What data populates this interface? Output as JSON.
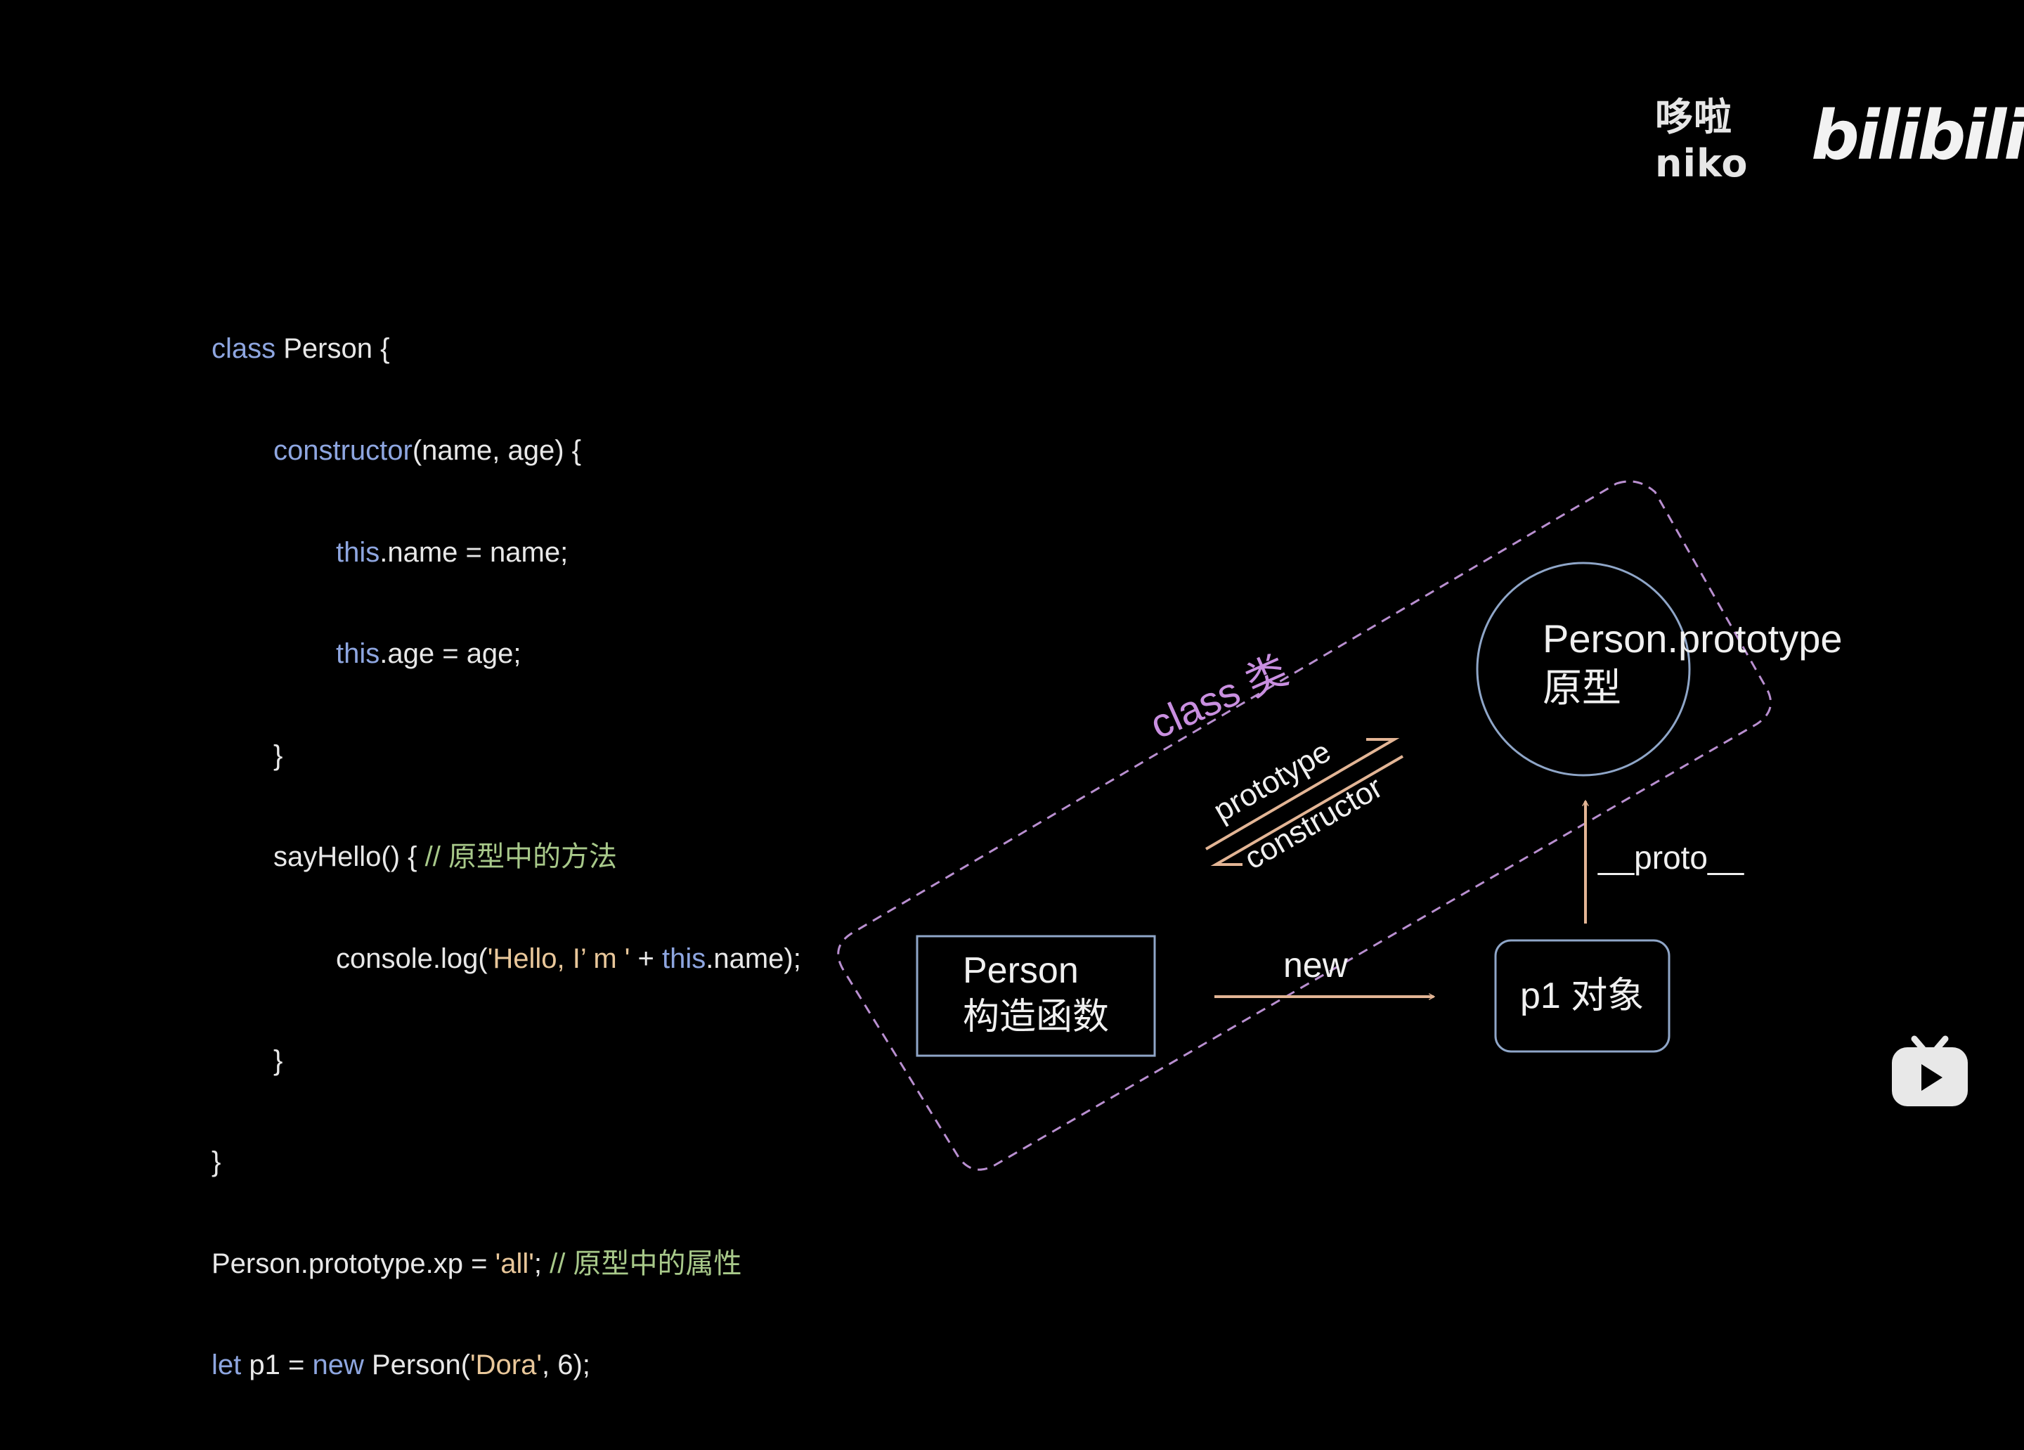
{
  "watermark": {
    "author": "哆啦niko",
    "brand": "bilibili"
  },
  "code": {
    "line1": {
      "kw": "class",
      "rest": " Person {"
    },
    "line2": {
      "kw": "constructor",
      "rest": "(name, age) {"
    },
    "line3": {
      "kw": "this",
      "rest": ".name = name;"
    },
    "line4": {
      "kw": "this",
      "rest": ".age = age;"
    },
    "line5": {
      "text": "}"
    },
    "line6": {
      "text": "sayHello() { ",
      "comment": "// 原型中的方法"
    },
    "line7": {
      "pre": "console.log(",
      "str": "'Hello, I’ m '",
      "mid": " + ",
      "kw": "this",
      "rest": ".name);"
    },
    "line8": {
      "text": "}"
    },
    "line9": {
      "text": "}"
    },
    "line10": {
      "pre": "Person.prototype.xp = ",
      "str": "'all'",
      "mid": "; ",
      "comment": "// 原型中的属性"
    },
    "line11": {
      "kw1": "let",
      "pre": " p1 = ",
      "kw2": "new",
      "mid": " Person(",
      "str": "'Dora'",
      "rest": ", 6);"
    }
  },
  "diagram": {
    "class_label": "class 类",
    "constructor_box": {
      "line1": "Person",
      "line2": "构造函数"
    },
    "prototype_circle": {
      "line1": "Person.prototype",
      "line2": "原型"
    },
    "instance_box": {
      "label": "p1 对象"
    },
    "edge_new": "new",
    "edge_prototype": "prototype",
    "edge_constructor": "constructor",
    "edge_proto": "__proto__"
  },
  "colors": {
    "background": "#000000",
    "class_border": "#b98fd0",
    "node_border": "#8fa6c8",
    "arrow": "#e3b595",
    "text": "#f0f0f0"
  }
}
